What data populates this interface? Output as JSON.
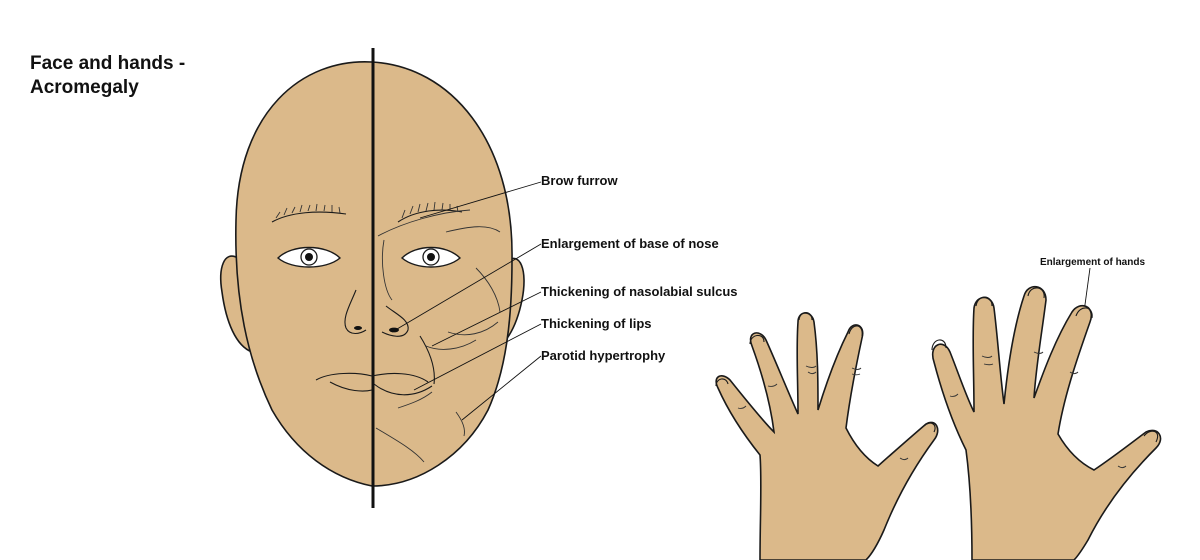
{
  "title": {
    "line1": "Face and hands -",
    "line2": "Acromegaly"
  },
  "labels": {
    "brow_furrow": "Brow furrow",
    "nose": "Enlargement of base of nose",
    "nasolabial": "Thickening of nasolabial sulcus",
    "lips": "Thickening of lips",
    "parotid": "Parotid hypertrophy",
    "hands": "Enlargement of hands"
  },
  "colors": {
    "skin": "#dbb98a",
    "outline": "#1a1a1a",
    "background": "#ffffff"
  }
}
